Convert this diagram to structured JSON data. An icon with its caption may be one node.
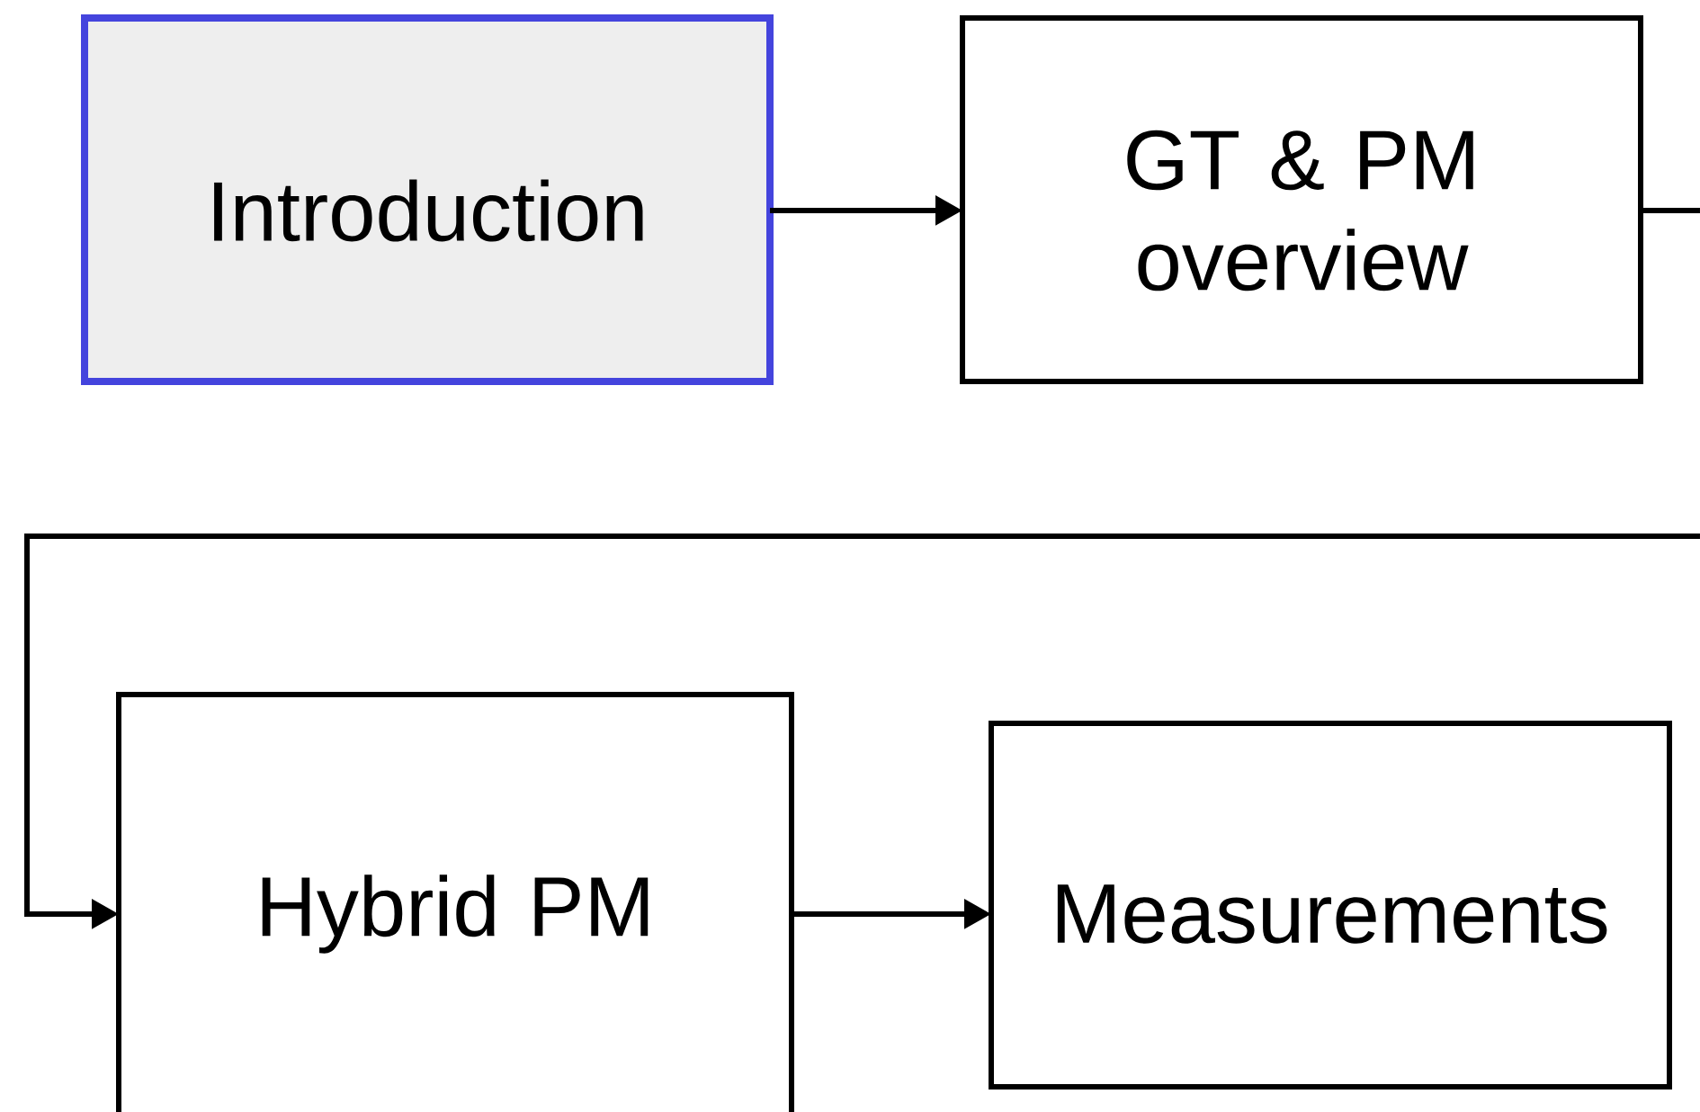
{
  "diagram": {
    "nodes": [
      {
        "text": [
          "Introduction"
        ]
      },
      {
        "text": [
          "GT & PM overview"
        ]
      },
      {
        "text": [
          "Hybrid PM"
        ]
      },
      {
        "text": [
          "Measurements"
        ]
      }
    ],
    "edges": [
      {
        "from": 0,
        "to": 1,
        "arrow": "to"
      },
      {
        "from": 1,
        "to": null,
        "arrow": "none"
      },
      {
        "from": null,
        "to": 2,
        "arrow": "to"
      },
      {
        "from": 2,
        "to": 3,
        "arrow": "to"
      }
    ]
  }
}
